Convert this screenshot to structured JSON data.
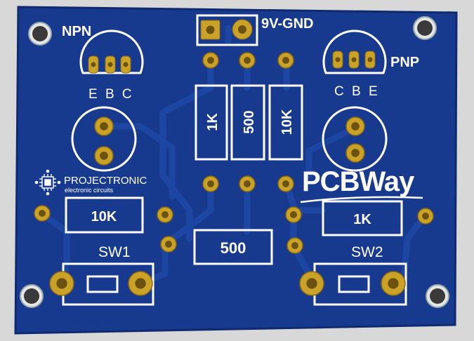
{
  "board": {
    "colors": {
      "background": "#d8d8d8",
      "board": "#183a8e",
      "board_edge": "#0f2a6e",
      "trace": "#1d46a3",
      "silk": "#ffffff",
      "pad": "#c9a227",
      "pad_dark": "#8a6a10",
      "hole": "#3a3a3a"
    },
    "labels": {
      "npn": "NPN",
      "npn_pins": "E B C",
      "pnp": "PNP",
      "pnp_pins": "C B E",
      "power": "9V-GND",
      "r_1k_vertical": "1K",
      "r_500_vertical": "500",
      "r_10k_vertical": "10K",
      "r_10k": "10K",
      "r_1k": "1K",
      "r_500": "500",
      "sw1": "SW1",
      "sw2": "SW2"
    },
    "logos": {
      "projectronic_title": "PROJECTRONIC",
      "projectronic_subtitle": "electronic circuits",
      "pcbway": "PCBWay",
      "icon_names": [
        "chip-icon"
      ]
    }
  }
}
